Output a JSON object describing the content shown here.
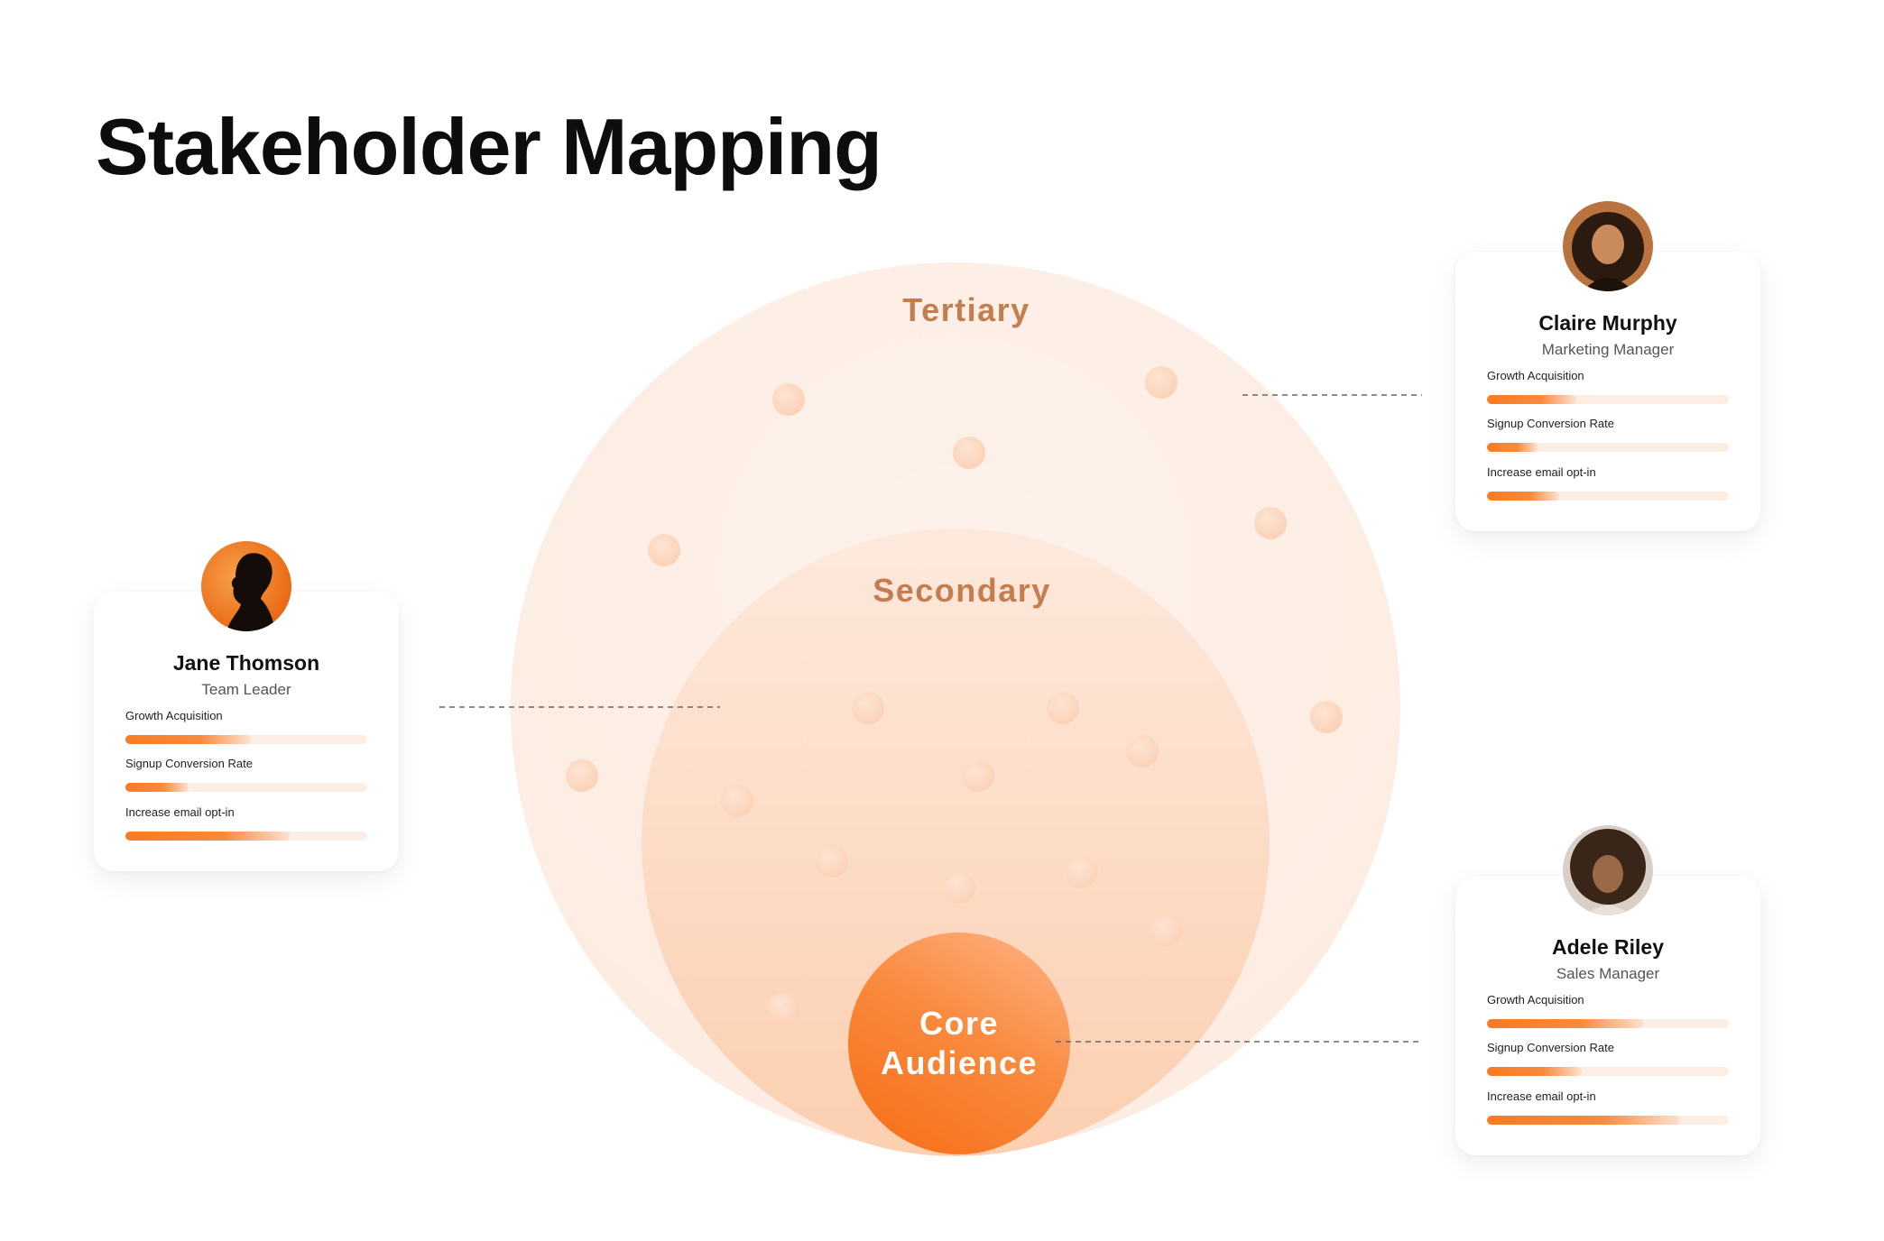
{
  "title": "Stakeholder Mapping",
  "colors": {
    "accent": "#f97a22",
    "label": "#c47d4f",
    "track": "#fdeee4"
  },
  "rings": {
    "tertiary": "Tertiary",
    "secondary": "Secondary",
    "core_line1": "Core",
    "core_line2": "Audience"
  },
  "stakeholders": [
    {
      "name": "Claire Murphy",
      "role": "Marketing Manager",
      "metrics": [
        {
          "label": "Growth Acquisition",
          "progress": 0.37
        },
        {
          "label": "Signup Conversion Rate",
          "progress": 0.21
        },
        {
          "label": "Increase email opt-in",
          "progress": 0.3
        }
      ]
    },
    {
      "name": "Jane Thomson",
      "role": "Team Leader",
      "metrics": [
        {
          "label": "Growth Acquisition",
          "progress": 0.52
        },
        {
          "label": "Signup Conversion Rate",
          "progress": 0.26
        },
        {
          "label": "Increase email opt-in",
          "progress": 0.68
        }
      ]
    },
    {
      "name": "Adele Riley",
      "role": "Sales Manager",
      "metrics": [
        {
          "label": "Growth Acquisition",
          "progress": 0.65
        },
        {
          "label": "Signup Conversion Rate",
          "progress": 0.39
        },
        {
          "label": "Increase email opt-in",
          "progress": 0.8
        }
      ]
    }
  ]
}
